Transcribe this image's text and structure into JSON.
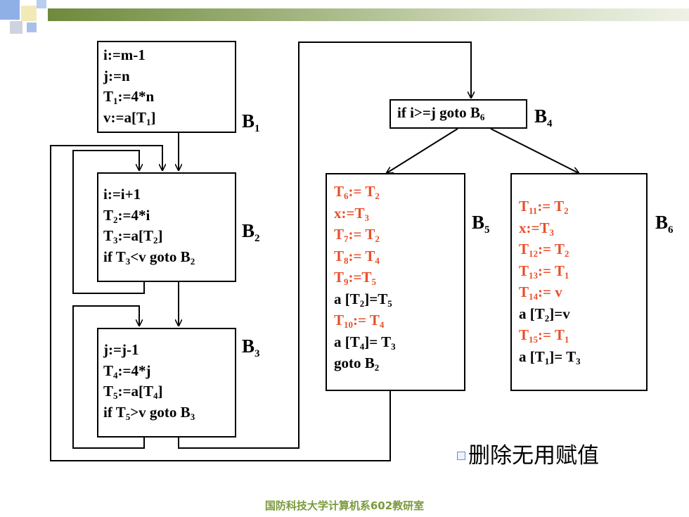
{
  "colors": {
    "accent_red": "#e8502a",
    "footer_green": "#7a9a3c",
    "bar_green": "#6e8a3c"
  },
  "blocks": {
    "b1": {
      "label": "B",
      "sub": "1",
      "lines": [
        [
          {
            "t": "i:=m-1"
          }
        ],
        [
          {
            "t": "j:=n"
          }
        ],
        [
          {
            "t": "T"
          },
          {
            "s": "1"
          },
          {
            "t": ":=4*n"
          }
        ],
        [
          {
            "t": "v:=a[T"
          },
          {
            "s": "1"
          },
          {
            "t": "]"
          }
        ]
      ]
    },
    "b2": {
      "label": "B",
      "sub": "2",
      "lines": [
        [
          {
            "t": "i:=i+1"
          }
        ],
        [
          {
            "t": "T"
          },
          {
            "s": "2"
          },
          {
            "t": ":=4*i"
          }
        ],
        [
          {
            "t": "T"
          },
          {
            "s": "3"
          },
          {
            "t": ":=a[T"
          },
          {
            "s": "2"
          },
          {
            "t": "]"
          }
        ],
        [
          {
            "t": "if T"
          },
          {
            "s": "3"
          },
          {
            "t": "<v goto B"
          },
          {
            "s": "2"
          }
        ]
      ]
    },
    "b3": {
      "label": "B",
      "sub": "3",
      "lines": [
        [
          {
            "t": "j:=j-1"
          }
        ],
        [
          {
            "t": "T"
          },
          {
            "s": "4"
          },
          {
            "t": ":=4*j"
          }
        ],
        [
          {
            "t": "T"
          },
          {
            "s": "5"
          },
          {
            "t": ":=a[T"
          },
          {
            "s": "4"
          },
          {
            "t": "]"
          }
        ],
        [
          {
            "t": "if T"
          },
          {
            "s": "5"
          },
          {
            "t": ">v goto B"
          },
          {
            "s": "3"
          }
        ]
      ]
    },
    "b4": {
      "label": "B",
      "sub": "4",
      "lines": [
        [
          {
            "t": "if i>=j goto B"
          },
          {
            "s": "6"
          }
        ]
      ]
    },
    "b5": {
      "label": "B",
      "sub": "5",
      "lines": [
        [
          {
            "t": "T",
            "r": 1
          },
          {
            "s": "6",
            "r": 1
          },
          {
            "t": ":= T",
            "r": 1
          },
          {
            "s": "2",
            "r": 1
          }
        ],
        [
          {
            "t": "x:=T",
            "r": 1
          },
          {
            "s": "3",
            "r": 1
          }
        ],
        [
          {
            "t": "T",
            "r": 1
          },
          {
            "s": "7",
            "r": 1
          },
          {
            "t": ":= T",
            "r": 1
          },
          {
            "s": "2",
            "r": 1
          }
        ],
        [
          {
            "t": "T",
            "r": 1
          },
          {
            "s": "8",
            "r": 1
          },
          {
            "t": ":= T",
            "r": 1
          },
          {
            "s": "4",
            "r": 1
          }
        ],
        [
          {
            "t": "T",
            "r": 1
          },
          {
            "s": "9",
            "r": 1
          },
          {
            "t": ":=T",
            "r": 1
          },
          {
            "s": "5",
            "r": 1
          }
        ],
        [
          {
            "t": "a [T"
          },
          {
            "s": "2"
          },
          {
            "t": "]=T"
          },
          {
            "s": "5"
          }
        ],
        [
          {
            "t": "T",
            "r": 1
          },
          {
            "s": "10",
            "r": 1
          },
          {
            "t": ":= T",
            "r": 1
          },
          {
            "s": "4",
            "r": 1
          }
        ],
        [
          {
            "t": "a [T"
          },
          {
            "s": "4"
          },
          {
            "t": "]= T"
          },
          {
            "s": "3"
          }
        ],
        [
          {
            "t": "goto B"
          },
          {
            "s": "2"
          }
        ]
      ]
    },
    "b6": {
      "label": "B",
      "sub": "6",
      "lines": [
        [
          {
            "t": "T",
            "r": 1
          },
          {
            "s": "11",
            "r": 1
          },
          {
            "t": ":= T",
            "r": 1
          },
          {
            "s": "2",
            "r": 1
          }
        ],
        [
          {
            "t": "x:=T",
            "r": 1
          },
          {
            "s": "3",
            "r": 1
          }
        ],
        [
          {
            "t": "T",
            "r": 1
          },
          {
            "s": "12",
            "r": 1
          },
          {
            "t": ":= T",
            "r": 1
          },
          {
            "s": "2",
            "r": 1
          }
        ],
        [
          {
            "t": "T",
            "r": 1
          },
          {
            "s": "13",
            "r": 1
          },
          {
            "t": ":= T",
            "r": 1
          },
          {
            "s": "1",
            "r": 1
          }
        ],
        [
          {
            "t": "T",
            "r": 1
          },
          {
            "s": "14",
            "r": 1
          },
          {
            "t": ":= v",
            "r": 1
          }
        ],
        [
          {
            "t": "a [T"
          },
          {
            "s": "2"
          },
          {
            "t": "]=v"
          }
        ],
        [
          {
            "t": "T",
            "r": 1
          },
          {
            "s": "15",
            "r": 1
          },
          {
            "t": ":= T",
            "r": 1
          },
          {
            "s": "1",
            "r": 1
          }
        ],
        [
          {
            "t": "a [T"
          },
          {
            "s": "1"
          },
          {
            "t": "]= T"
          },
          {
            "s": "3"
          }
        ]
      ]
    }
  },
  "note": "删除无用赋值",
  "footer": "国防科技大学计算机系602教研室"
}
